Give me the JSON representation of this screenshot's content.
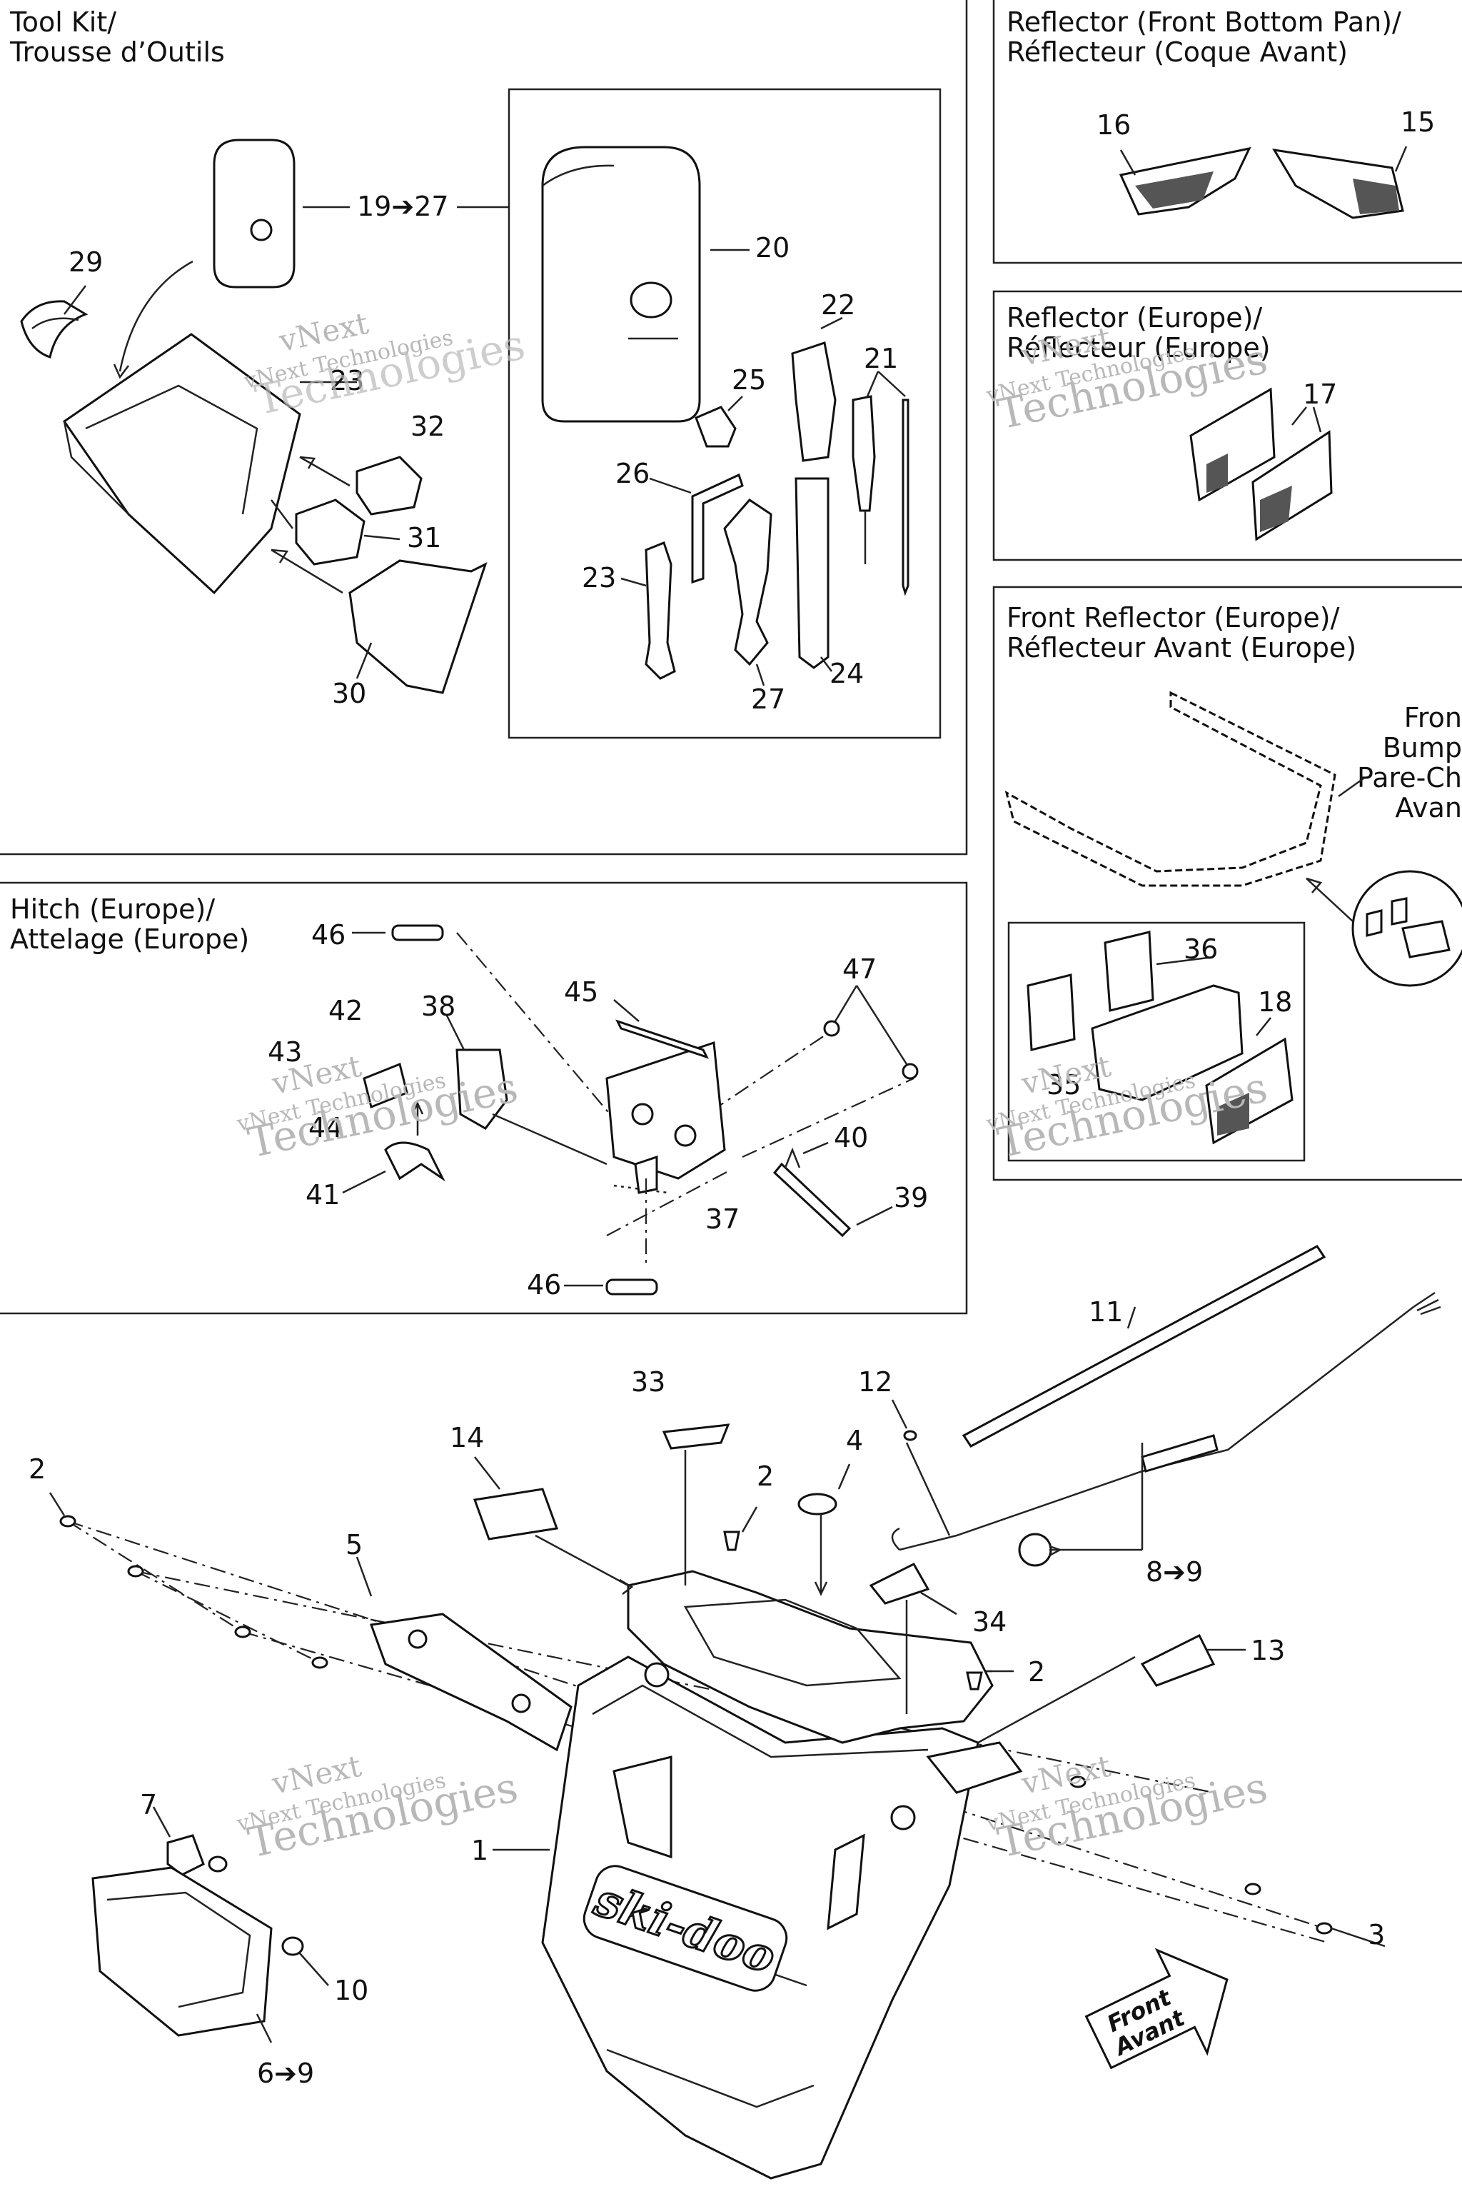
{
  "panels": {
    "tool_kit": {
      "title_line1": "Tool Kit/",
      "title_line2": "Trousse d’Outils"
    },
    "reflector_front_bottom_pan": {
      "title_line1": "Reflector (Front Bottom Pan)/",
      "title_line2": "Réflecteur (Coque Avant)"
    },
    "reflector_europe": {
      "title_line1": "Reflector (Europe)/",
      "title_line2": "Réflecteur (Europe)"
    },
    "front_reflector_europe": {
      "title_line1": "Front Reflector (Europe)/",
      "title_line2": "Réflecteur Avant (Europe)"
    },
    "hitch_europe": {
      "title_line1": "Hitch (Europe)/",
      "title_line2": "Attelage (Europe)"
    }
  },
  "bumper_label": {
    "line1": "Fron",
    "line2": "Bump",
    "line3": "Pare-Ch",
    "line4": "Avan"
  },
  "brand_logo": "ski-doo",
  "front_arrow": {
    "line1": "Front",
    "line2": "Avant"
  },
  "watermark": {
    "line1": "vNext",
    "line2": "vNext Technologies",
    "line3": "Technologies"
  },
  "callouts": {
    "c1": "1",
    "c2a": "2",
    "c2b": "2",
    "c2c": "2",
    "c3": "3",
    "c4": "4",
    "c5": "5",
    "c6": "6➔9",
    "c7": "7",
    "c8": "8➔9",
    "c10": "10",
    "c11": "11",
    "c12": "12",
    "c13": "13",
    "c14": "14",
    "c15": "15",
    "c16": "16",
    "c17": "17",
    "c18": "18",
    "c19": "19➔27",
    "c20": "20",
    "c21": "21",
    "c22": "22",
    "c23": "23",
    "c23b": "23",
    "c24": "24",
    "c25": "25",
    "c26": "26",
    "c27": "27",
    "c29": "29",
    "c30": "30",
    "c31": "31",
    "c32": "32",
    "c33": "33",
    "c34": "34",
    "c35": "35",
    "c36": "36",
    "c37": "37",
    "c38": "38",
    "c39": "39",
    "c40": "40",
    "c41": "41",
    "c42": "42",
    "c43": "43",
    "c44": "44",
    "c45": "45",
    "c46a": "46",
    "c46b": "46",
    "c47": "47"
  }
}
